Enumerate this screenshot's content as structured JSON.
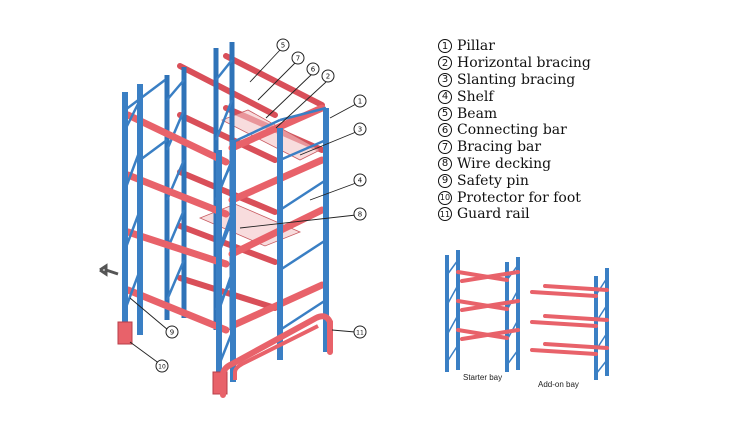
{
  "legend": [
    {
      "num": "1",
      "label": "Pillar"
    },
    {
      "num": "2",
      "label": "Horizontal bracing"
    },
    {
      "num": "3",
      "label": "Slanting bracing"
    },
    {
      "num": "4",
      "label": "Shelf"
    },
    {
      "num": "5",
      "label": "Beam"
    },
    {
      "num": "6",
      "label": "Connecting bar"
    },
    {
      "num": "7",
      "label": "Bracing bar"
    },
    {
      "num": "8",
      "label": "Wire decking"
    },
    {
      "num": "9",
      "label": "Safety pin"
    },
    {
      "num": "10",
      "label": "Protector for foot"
    },
    {
      "num": "11",
      "label": "Guard rail"
    }
  ],
  "callouts": [
    "1",
    "2",
    "3",
    "4",
    "5",
    "6",
    "7",
    "8",
    "9",
    "10",
    "11"
  ],
  "bays": {
    "starter": "Starter bay",
    "addon": "Add-on bay"
  },
  "colors": {
    "upright": "#3a7fc4",
    "upright_dark": "#1f5a96",
    "beam": "#e8626a",
    "beam_dark": "#c9424c",
    "decking": "#d4767a"
  }
}
